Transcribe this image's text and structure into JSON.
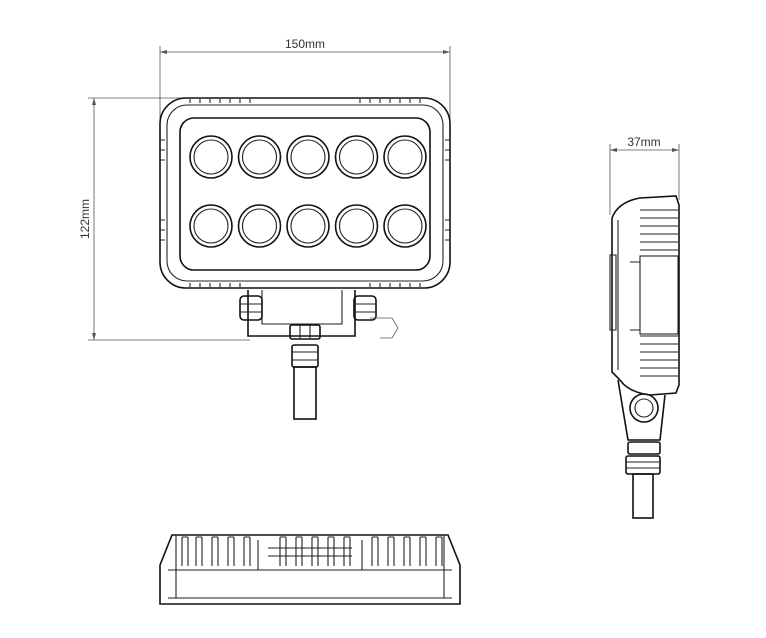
{
  "dimensions": {
    "width_label": "150mm",
    "height_label": "122mm",
    "depth_label": "37mm"
  },
  "views": {
    "front": {
      "led_rows": 2,
      "led_columns": 5
    },
    "side": {},
    "bottom": {}
  },
  "colors": {
    "line": "#111111",
    "dimension": "#555555",
    "background": "#ffffff"
  }
}
